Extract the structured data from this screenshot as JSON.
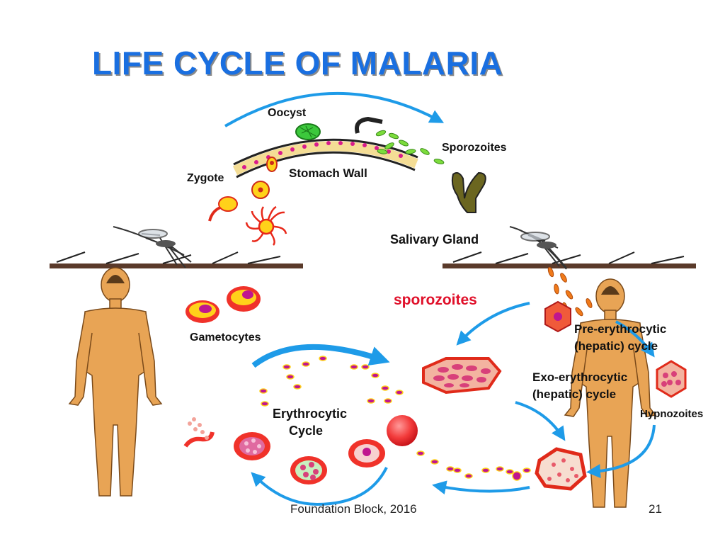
{
  "title": "LIFE CYCLE OF MALARIA",
  "labels": {
    "oocyst": "Oocyst",
    "sporozoites_top": "Sporozoites",
    "zygote": "Zygote",
    "stomach_wall": "Stomach Wall",
    "salivary_gland": "Salivary  Gland",
    "sporozoites_red": "sporozoites",
    "gametocytes": "Gametocytes",
    "pre_erythrocytic_1": "Pre-erythrocytic",
    "pre_erythrocytic_2": "(hepatic) cycle",
    "exo_erythrocytic_1": "Exo-erythrocytic",
    "exo_erythrocytic_2": "(hepatic) cycle",
    "hypnozoites": "Hypnozoites",
    "erythrocytic_1": "Erythrocytic",
    "erythrocytic_2": "Cycle"
  },
  "footer": {
    "source": "Foundation Block, 2016",
    "page_number": "21"
  },
  "colors": {
    "title": "#1a6fe0",
    "arrow": "#1e9be8",
    "red_label": "#e0102a",
    "skin": "#e8a455",
    "cell_red": "#f0322a",
    "parasite_magenta": "#c0168f",
    "green_oocyst": "#3cc83c",
    "gland": "#6b6620"
  }
}
